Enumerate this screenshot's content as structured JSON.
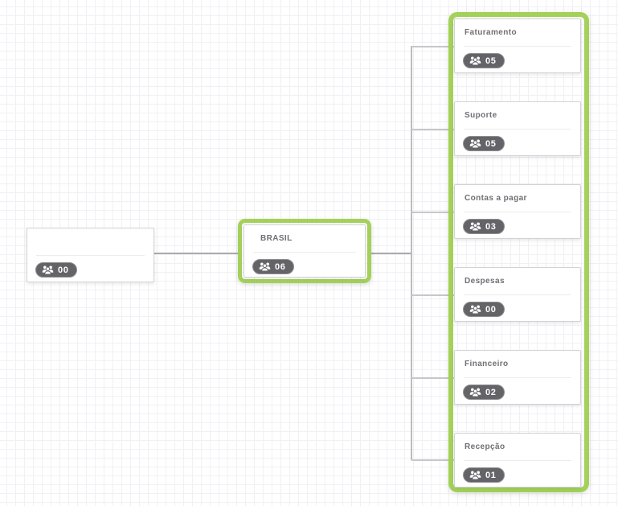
{
  "colors": {
    "selection_green": "#a3d159",
    "badge_background": "#646468",
    "badge_text": "#ffffff",
    "connector_gray": "#aaaaae",
    "grid_line": "#f1f1f4"
  },
  "nodes": {
    "root": {
      "title": "",
      "member_count": "00"
    },
    "brasil": {
      "title": "BRASIL",
      "member_count": "06"
    },
    "children": [
      {
        "title": "Faturamento",
        "member_count": "05"
      },
      {
        "title": "Suporte",
        "member_count": "05"
      },
      {
        "title": "Contas a pagar",
        "member_count": "03"
      },
      {
        "title": "Despesas",
        "member_count": "00"
      },
      {
        "title": "Financeiro",
        "member_count": "02"
      },
      {
        "title": "Recepção",
        "member_count": "01"
      }
    ]
  }
}
